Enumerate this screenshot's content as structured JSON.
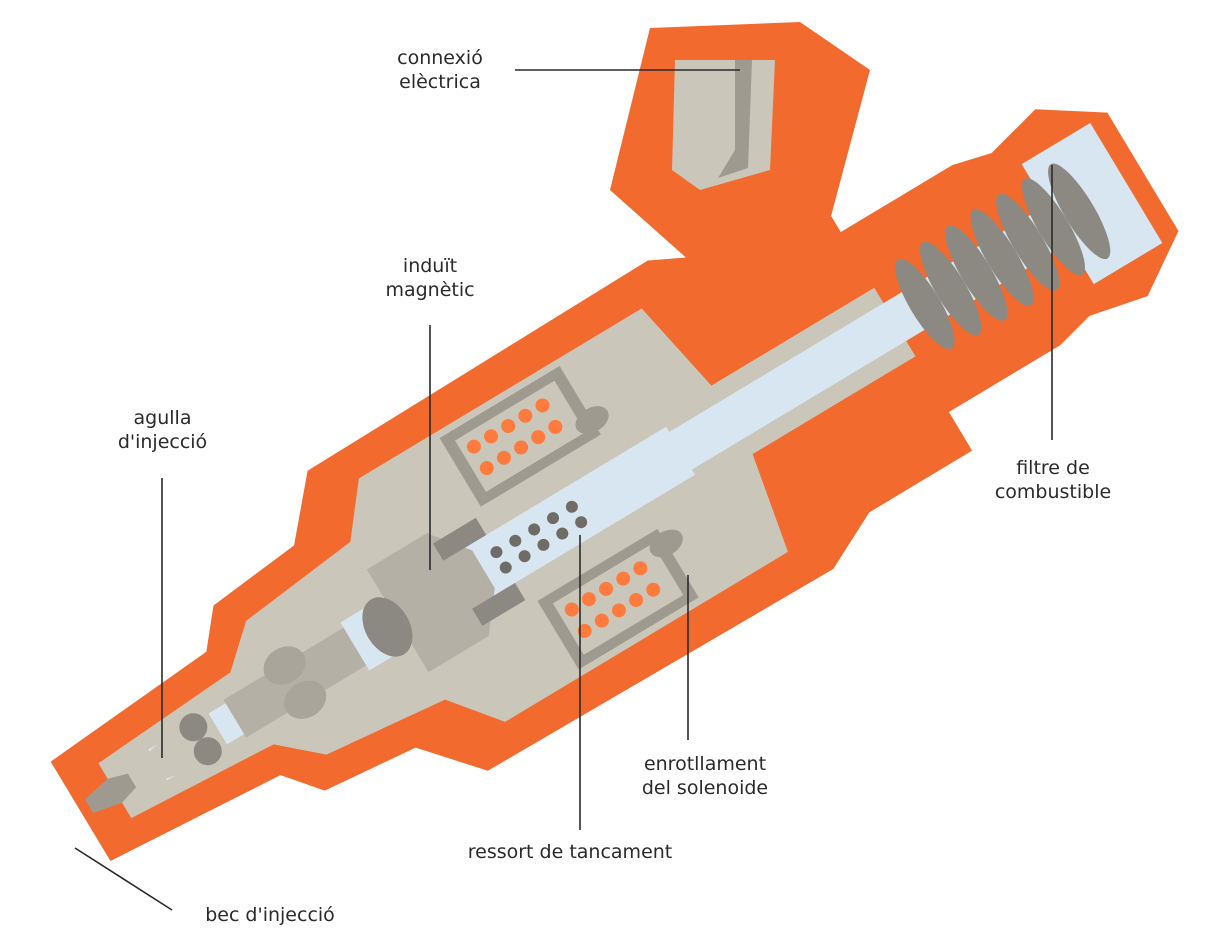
{
  "labels": {
    "connexio": {
      "line1": "connexió",
      "line2": "elèctrica"
    },
    "induit": {
      "line1": "induït",
      "line2": "magnètic"
    },
    "agulla": {
      "line1": "agulla",
      "line2": "d'injecció"
    },
    "filtre": {
      "line1": "filtre de",
      "line2": "combustible"
    },
    "enrotllament": {
      "line1": "enrotllament",
      "line2": "del solenoide"
    },
    "ressort": {
      "line1": "ressort de tancament"
    },
    "bec": {
      "line1": "bec d'injecció"
    }
  },
  "colors": {
    "body": "#f26a2e",
    "body_shade": "#e55a20",
    "metal": "#cbc6ba",
    "metal_dark": "#9e9a90",
    "fuel": "#d8e6f2",
    "coil_dot": "#ff7a3d",
    "ink": "#2a2a2a"
  }
}
